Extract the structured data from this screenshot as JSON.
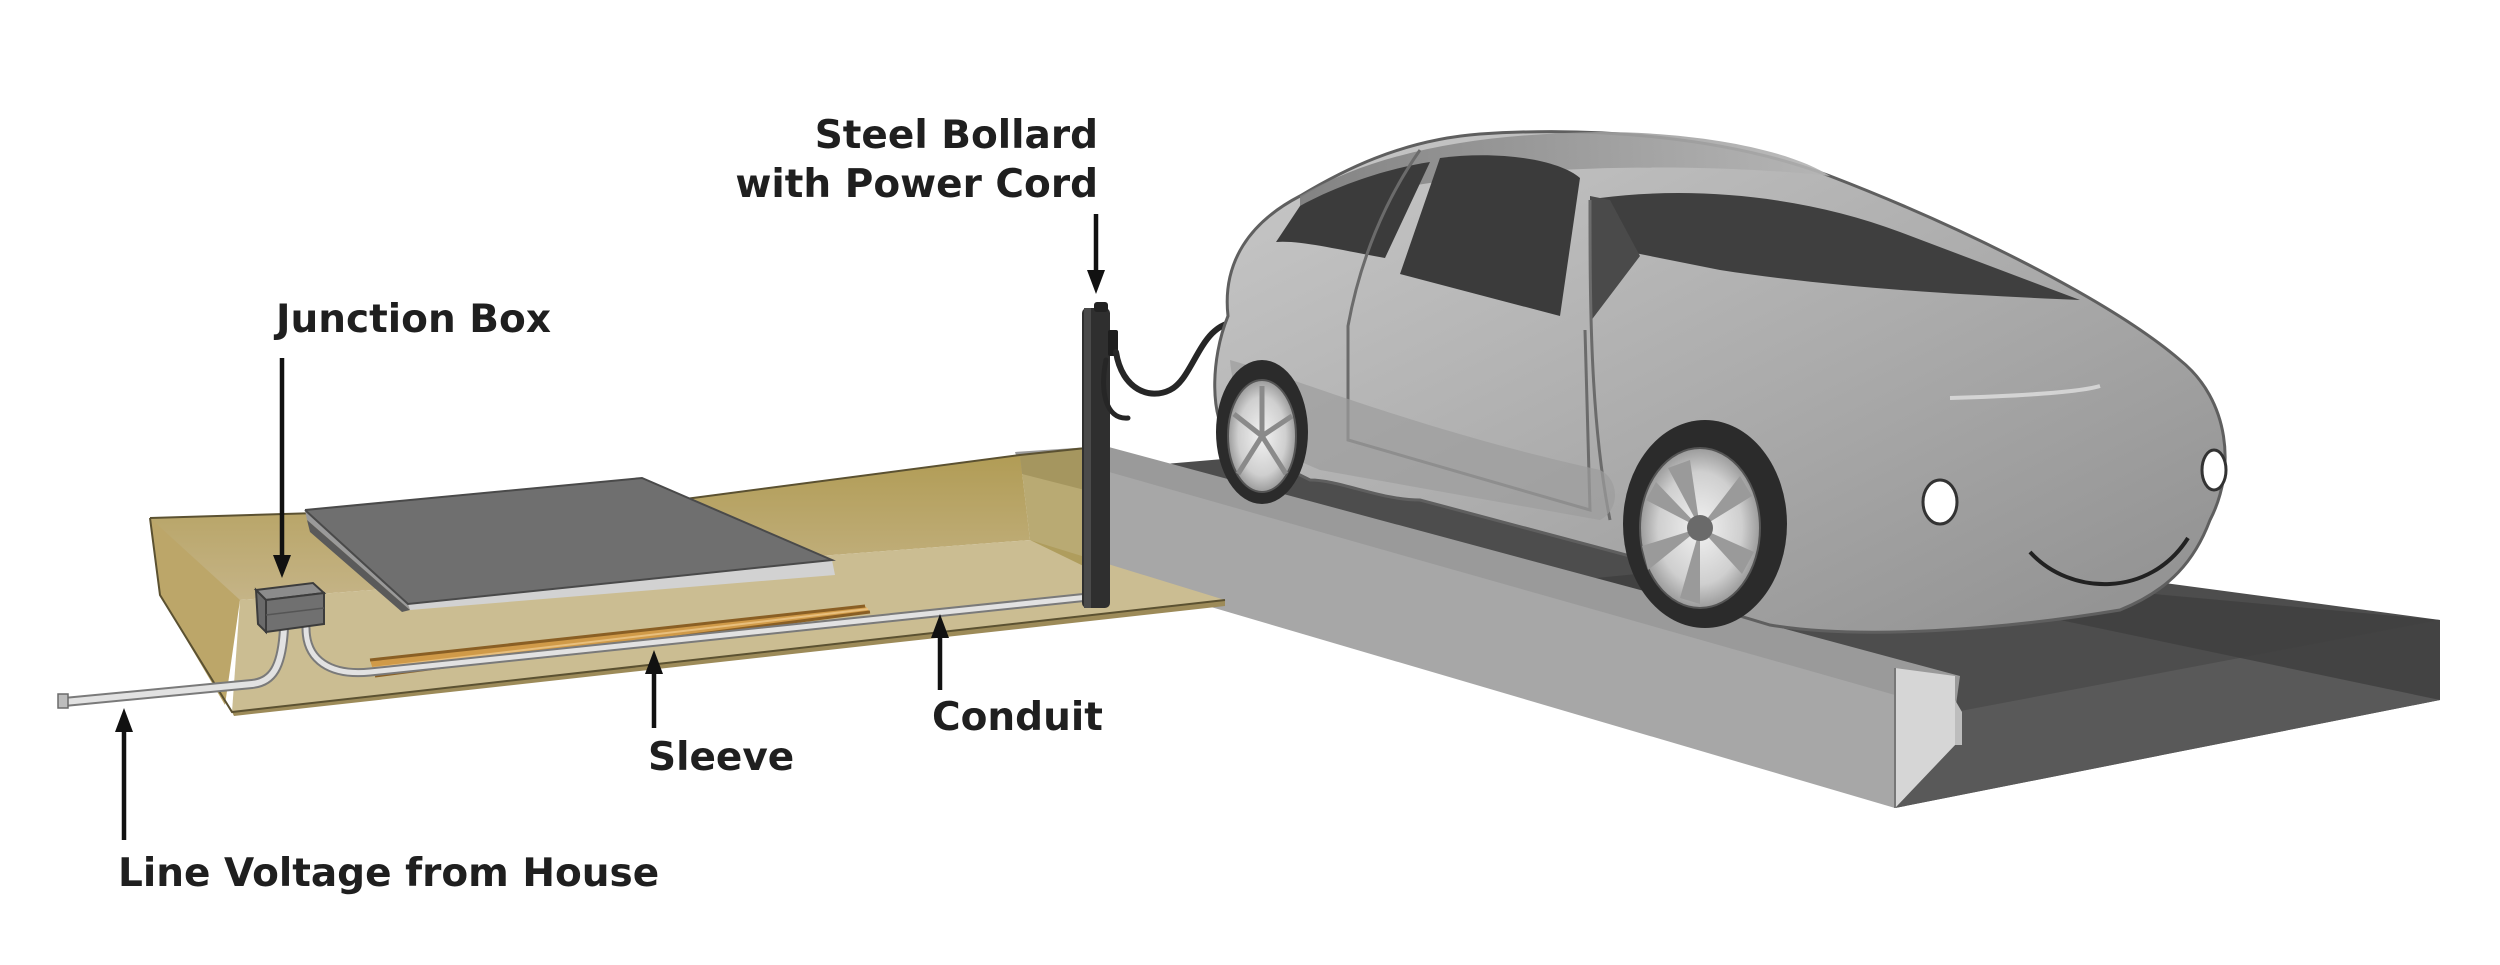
{
  "labels": {
    "junction_box": "Junction Box",
    "steel_bollard_line1": "Steel Bollard",
    "steel_bollard_line2": "with Power Cord",
    "sleeve": "Sleeve",
    "conduit": "Conduit",
    "line_voltage": "Line Voltage from House"
  },
  "colors": {
    "trench_soil": "#b59f58",
    "trench_floor": "#c8b88a",
    "slab_top": "#707070",
    "slab_edge": "#cfcfcf",
    "sleeve": "#d19a4c",
    "conduit": "#d9d9d9",
    "bollard": "#333333",
    "car_body": "#b4b4b4",
    "car_glass": "#3d3d3d",
    "pavement_dark": "#4f4f4f",
    "curb": "#a9a9a9",
    "curb_face": "#d6d6d6",
    "labels": "#1f1f1f"
  },
  "icons": {
    "junction_box": "junction-box-icon",
    "bollard": "bollard-icon",
    "car": "car-icon"
  }
}
